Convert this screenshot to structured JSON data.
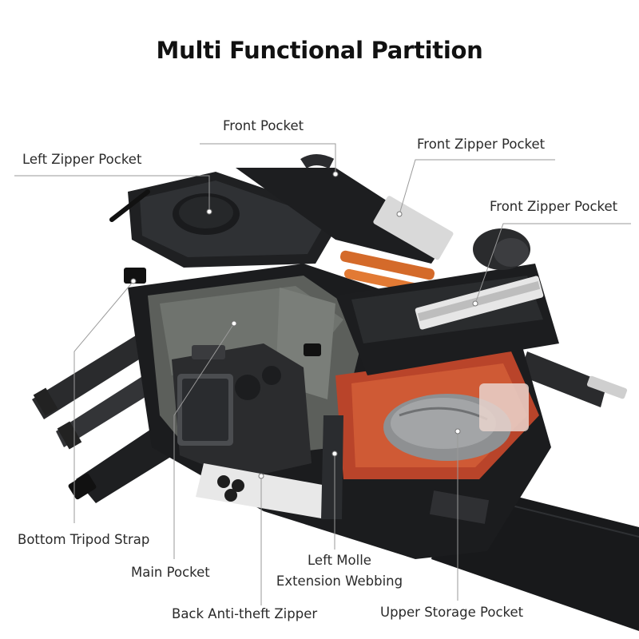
{
  "title": "Multi Functional Partition",
  "labels": {
    "front_pocket": "Front Pocket",
    "front_zipper_pocket_top": "Front Zipper Pocket",
    "left_zipper_pocket": "Left Zipper Pocket",
    "front_zipper_pocket_right": "Front Zipper Pocket",
    "bottom_tripod_strap": "Bottom Tripod Strap",
    "main_pocket": "Main Pocket",
    "left_molle_line1": "Left Molle",
    "left_molle_line2": "Extension Webbing",
    "back_anti_theft_zipper": "Back Anti-theft Zipper",
    "upper_storage_pocket": "Upper Storage Pocket"
  },
  "colors": {
    "bag_black": "#1b1c1e",
    "bag_dark": "#2c2e31",
    "lining_gray": "#6b6e6a",
    "lining_orange": "#c2462a",
    "tripod_orange": "#d46a2a",
    "leader_line": "#9a9a9a"
  }
}
